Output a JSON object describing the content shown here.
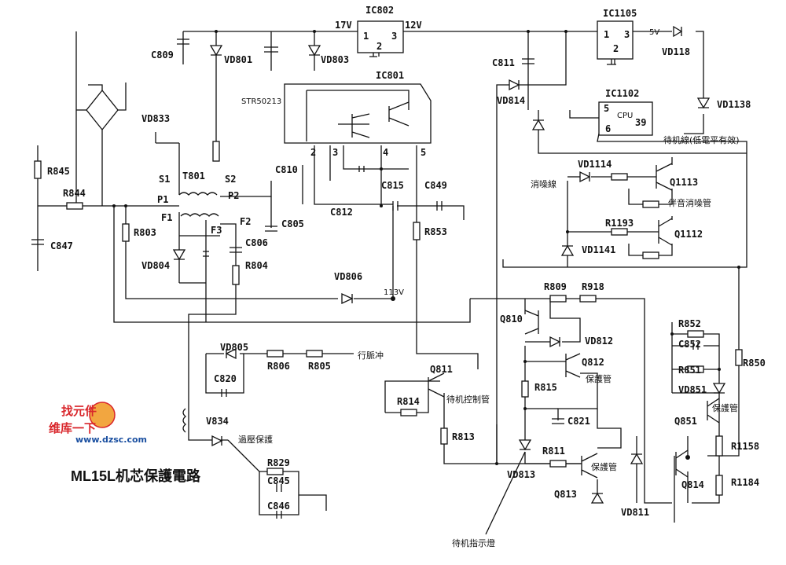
{
  "title": "ML15L机芯保護電路",
  "labels": {
    "c809": "C809",
    "vd801": "VD801",
    "vd803": "VD803",
    "ic802": "IC802",
    "v17": "17V",
    "v12": "12V",
    "ic802_p1": "1",
    "ic802_p3": "3",
    "ic802_p2": "2",
    "ic1105": "IC1105",
    "ic1105_p1": "1",
    "ic1105_p3": "3",
    "ic1105_p2": "2",
    "v5": "5V",
    "vd118": "VD118",
    "c811": "C811",
    "vd814": "VD814",
    "ic801": "IC801",
    "str": "STR50213",
    "vd833": "VD833",
    "vd1138": "VD1138",
    "ic1102": "IC1102",
    "cpu": "CPU",
    "cpu5": "5",
    "cpu39": "39",
    "cpu6": "6",
    "standby_line": "待机線(低電平有效)",
    "ic801_p2": "2",
    "ic801_p3": "3",
    "ic801_p4": "4",
    "ic801_p5": "5",
    "r845": "R845",
    "s1": "S1",
    "t801": "T801",
    "s2": "S2",
    "c810": "C810",
    "vd1114": "VD1114",
    "q1113": "Q1113",
    "mute_line": "消噪線",
    "r844": "R844",
    "p1": "P1",
    "p2": "P2",
    "c815": "C815",
    "c849": "C849",
    "c812": "C812",
    "mute_tube": "伴音消噪管",
    "f1": "F1",
    "f2": "F2",
    "f3": "F3",
    "c805": "C805",
    "r1193": "R1193",
    "r803": "R803",
    "r853": "R853",
    "q1112": "Q1112",
    "c806": "C806",
    "c847": "C847",
    "vd1141": "VD1141",
    "vd804": "VD804",
    "r804": "R804",
    "vd806": "VD806",
    "v113": "113V",
    "r809": "R809",
    "r918": "R918",
    "q810": "Q810",
    "r852": "R852",
    "vd812": "VD812",
    "c852": "C852",
    "vd805": "VD805",
    "r806": "R806",
    "r805": "R805",
    "pulse": "行脈冲",
    "r850": "R850",
    "q812": "Q812",
    "r851": "R851",
    "c820": "C820",
    "q811": "Q811",
    "protect1": "保護管",
    "r815": "R815",
    "vd851": "VD851",
    "r814": "R814",
    "standby_ctrl": "待机控制管",
    "c821": "C821",
    "protect2": "保護管",
    "q851": "Q851",
    "v834": "V834",
    "overvolt": "過壓保護",
    "r813": "R813",
    "r1158": "R1158",
    "r829": "R829",
    "r811": "R811",
    "protect3": "保護管",
    "c845": "C845",
    "vd813": "VD813",
    "q814": "Q814",
    "r1184": "R1184",
    "q813": "Q813",
    "c846": "C846",
    "vd811": "VD811",
    "standby_led": "待机指示燈",
    "wm_top": "找元件",
    "wm_site": "维库一下",
    "wm_url": "www.dzsc.com"
  }
}
